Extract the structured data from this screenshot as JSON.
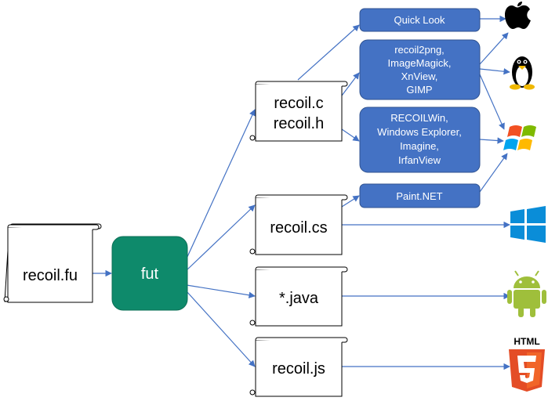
{
  "source": {
    "label": "recoil.fu"
  },
  "transpiler": {
    "label": "fut",
    "color": "#0e8a6b"
  },
  "outputs": {
    "c": {
      "lines": [
        "recoil.c",
        "recoil.h"
      ]
    },
    "cs": {
      "label": "recoil.cs"
    },
    "java": {
      "label": "*.java"
    },
    "js": {
      "label": "recoil.js"
    }
  },
  "apps": {
    "quicklook": {
      "lines": [
        "Quick Look"
      ]
    },
    "unix": {
      "lines": [
        "recoil2png,",
        "ImageMagick,",
        "XnView,",
        "GIMP"
      ]
    },
    "windows_apps": {
      "lines": [
        "RECOILWin,",
        "Windows Explorer,",
        "Imagine,",
        "IrfanView"
      ]
    },
    "paintnet": {
      "lines": [
        "Paint.NET"
      ]
    },
    "color": "#4472c4"
  },
  "platforms": [
    {
      "icon": "apple-icon"
    },
    {
      "icon": "linux-tux-icon"
    },
    {
      "icon": "windows-xp-logo-icon"
    },
    {
      "icon": "windows-logo-icon"
    },
    {
      "icon": "android-icon"
    },
    {
      "icon": "html5-icon",
      "label": "HTML"
    }
  ],
  "arrow_color": "#4472c4"
}
